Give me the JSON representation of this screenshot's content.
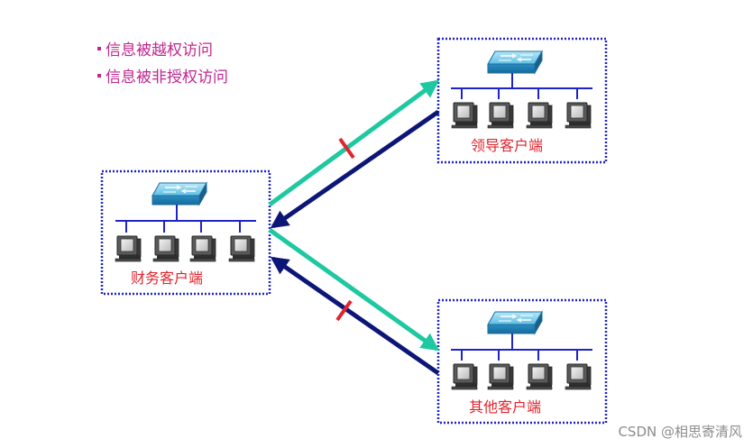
{
  "bullets": [
    "信息被越权访问",
    "信息被非授权访问"
  ],
  "groups": {
    "leader": {
      "label": "领导客户端"
    },
    "finance": {
      "label": "财务客户端"
    },
    "other": {
      "label": "其他客户端"
    }
  },
  "watermark": "CSDN @相思寄清风",
  "colors": {
    "box_border": "#1f24c9",
    "arrow_outgoing": "#1ec8a0",
    "arrow_incoming": "#0c1677",
    "block_mark": "#e3232c",
    "text_bullets": "#c0268e",
    "text_labels": "#e3232c"
  }
}
